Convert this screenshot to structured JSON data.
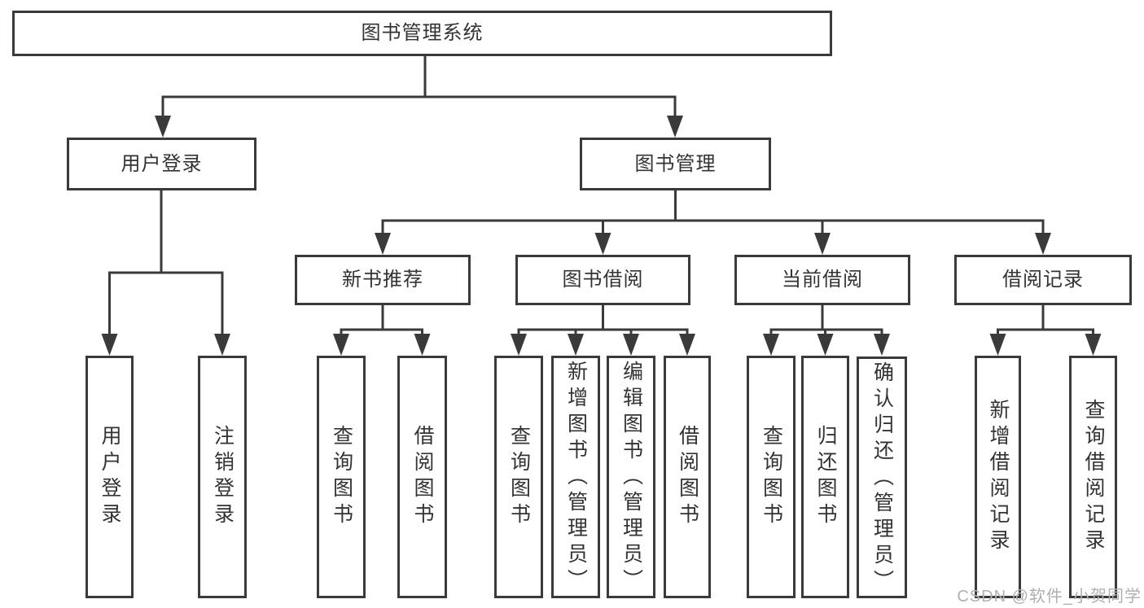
{
  "nodes": {
    "root": "图书管理系统",
    "user_login": "用户登录",
    "book_mgmt": "图书管理",
    "new_book_rec": "新书推荐",
    "book_borrow": "图书借阅",
    "current_borrow": "当前借阅",
    "borrow_records": "借阅记录",
    "ul_login": "用户登录",
    "ul_logout": "注销登录",
    "nb_query": "查询图书",
    "nb_borrow": "借阅图书",
    "bb_query": "查询图书",
    "bb_add": "新增图书（管理员）",
    "bb_edit": "编辑图书（管理员）",
    "bb_borrow": "借阅图书",
    "cb_query": "查询图书",
    "cb_return": "归还图书",
    "cb_confirm": "确认归还（管理员）",
    "br_add": "新增借阅记录",
    "br_query": "查询借阅记录"
  },
  "edges": [
    {
      "from": "root",
      "to": "user_login"
    },
    {
      "from": "root",
      "to": "book_mgmt"
    },
    {
      "from": "user_login",
      "to": "ul_login"
    },
    {
      "from": "user_login",
      "to": "ul_logout"
    },
    {
      "from": "book_mgmt",
      "to": "new_book_rec"
    },
    {
      "from": "book_mgmt",
      "to": "book_borrow"
    },
    {
      "from": "book_mgmt",
      "to": "current_borrow"
    },
    {
      "from": "book_mgmt",
      "to": "borrow_records"
    },
    {
      "from": "new_book_rec",
      "to": "nb_query"
    },
    {
      "from": "new_book_rec",
      "to": "nb_borrow"
    },
    {
      "from": "book_borrow",
      "to": "bb_query"
    },
    {
      "from": "book_borrow",
      "to": "bb_add"
    },
    {
      "from": "book_borrow",
      "to": "bb_edit"
    },
    {
      "from": "book_borrow",
      "to": "bb_borrow"
    },
    {
      "from": "current_borrow",
      "to": "cb_query"
    },
    {
      "from": "current_borrow",
      "to": "cb_return"
    },
    {
      "from": "current_borrow",
      "to": "cb_confirm"
    },
    {
      "from": "borrow_records",
      "to": "br_add"
    },
    {
      "from": "borrow_records",
      "to": "br_query"
    }
  ],
  "watermark": "CSDN @软件_小贺同学",
  "colors": {
    "line": "#3a3a3a",
    "text": "#333333",
    "box-bg": "#ffffff",
    "watermark": "#b0b0b0",
    "background": "#ffffff"
  }
}
